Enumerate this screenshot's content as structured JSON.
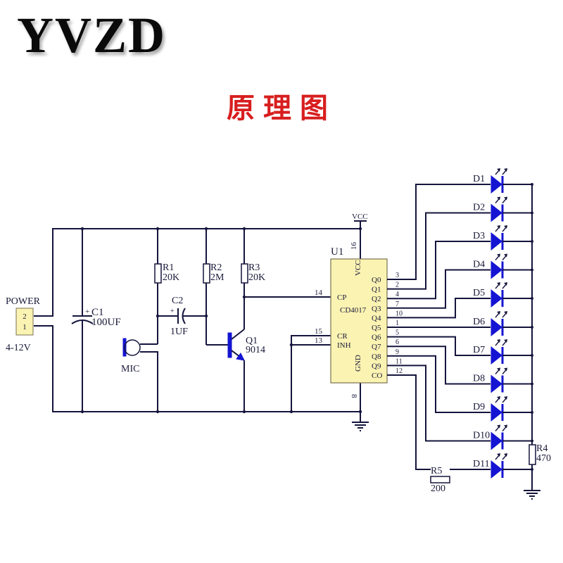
{
  "brand": "YVZD",
  "title": "原理图",
  "colors": {
    "title": "#d81e1e",
    "wire": "#14143c",
    "led": "#1414d2",
    "component_fill": "#fbf3b2"
  },
  "power": {
    "label": "POWER",
    "pins": [
      "2",
      "1"
    ],
    "voltage": "4-12V"
  },
  "components": {
    "c1": {
      "ref": "C1",
      "value": "100UF",
      "polarity": "+"
    },
    "c2": {
      "ref": "C2",
      "value": "1UF",
      "polarity": "+"
    },
    "mic": {
      "ref": "MIC"
    },
    "r1": {
      "ref": "R1",
      "value": "20K"
    },
    "r2": {
      "ref": "R2",
      "value": "2M"
    },
    "r3": {
      "ref": "R3",
      "value": "20K"
    },
    "q1": {
      "ref": "Q1",
      "value": "9014"
    },
    "r4": {
      "ref": "R4",
      "value": "470"
    },
    "r5": {
      "ref": "R5",
      "value": "200"
    },
    "vcc": "VCC"
  },
  "u1": {
    "ref": "U1",
    "part": "CD4017",
    "left_pins": [
      {
        "name": "CP",
        "num": "14"
      },
      {
        "name": "CR",
        "num": "15"
      },
      {
        "name": "INH",
        "num": "13"
      }
    ],
    "vcc_pin": {
      "name": "VCC",
      "num": "16"
    },
    "gnd_pin": {
      "name": "GND",
      "num": "8"
    },
    "outputs": [
      {
        "name": "Q0",
        "num": "3",
        "led": "D1"
      },
      {
        "name": "Q1",
        "num": "2",
        "led": "D2"
      },
      {
        "name": "Q2",
        "num": "4",
        "led": "D3"
      },
      {
        "name": "Q3",
        "num": "7",
        "led": "D4"
      },
      {
        "name": "Q4",
        "num": "10",
        "led": "D5"
      },
      {
        "name": "Q5",
        "num": "1",
        "led": "D6"
      },
      {
        "name": "Q6",
        "num": "5",
        "led": "D7"
      },
      {
        "name": "Q7",
        "num": "6",
        "led": "D8"
      },
      {
        "name": "Q8",
        "num": "9",
        "led": "D9"
      },
      {
        "name": "Q9",
        "num": "11",
        "led": "D10"
      },
      {
        "name": "CO",
        "num": "12",
        "led": "D11"
      }
    ]
  }
}
